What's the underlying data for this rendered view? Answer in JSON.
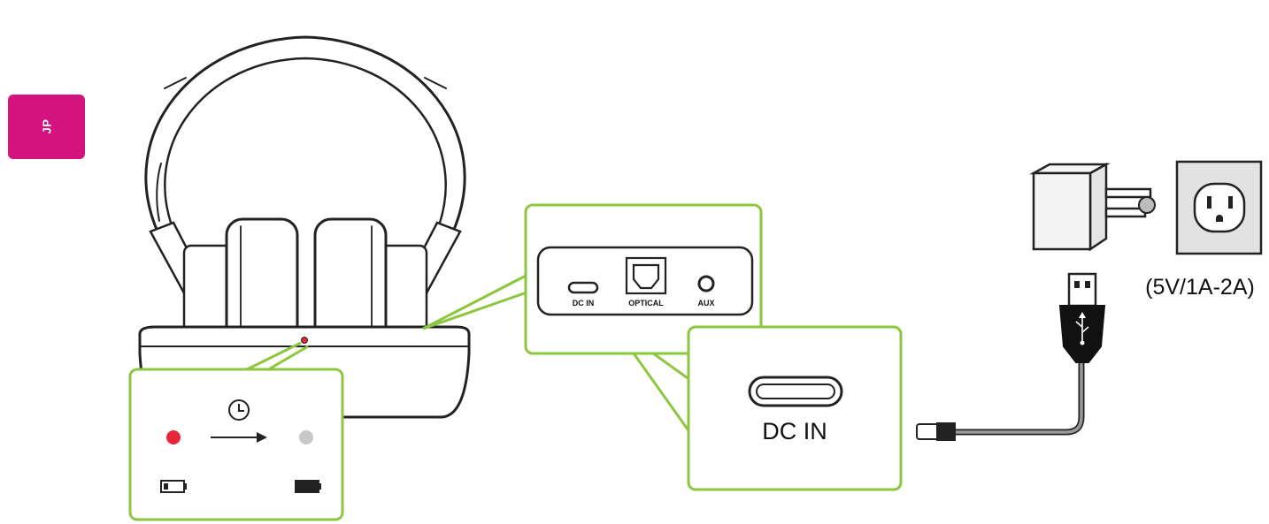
{
  "language_tab": {
    "label": "JP",
    "color": "#d4147e"
  },
  "ports": {
    "dc_in": "DC IN",
    "optical": "OPTICAL",
    "aux": "AUX"
  },
  "zoom_callout": {
    "label": "DC IN"
  },
  "adapter": {
    "rating": "(5V/1A-2A)"
  },
  "colors": {
    "callout_border": "#8dc63f",
    "led_charging": "#e8253a",
    "led_full": "#c8c8c8",
    "outline": "#222222",
    "wall_plate": "#e2e2e2"
  },
  "icons": {
    "timer": "clock-icon",
    "arrow": "right-arrow-icon",
    "battery_low": "battery-low-icon",
    "battery_full": "battery-full-icon",
    "usb": "usb-icon"
  }
}
